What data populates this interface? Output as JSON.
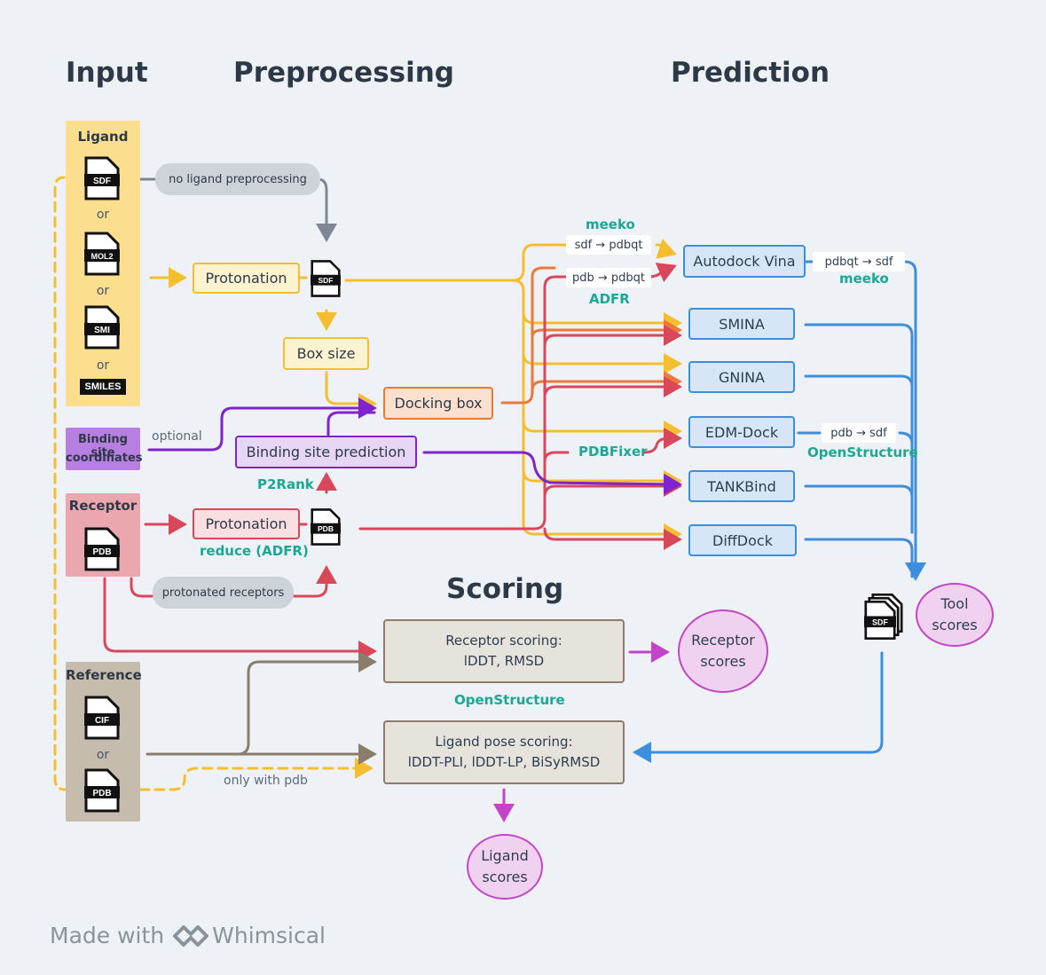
{
  "titles": {
    "input": "Input",
    "preprocessing": "Preprocessing",
    "prediction": "Prediction",
    "scoring": "Scoring"
  },
  "ligand": {
    "title": "Ligand",
    "formats": [
      "SDF",
      "MOL2",
      "SMI"
    ],
    "smiles": "SMILES",
    "or": "or"
  },
  "binding_site": {
    "title_line1": "Binding site",
    "title_line2": "coordinates"
  },
  "receptor": {
    "title": "Receptor",
    "format": "PDB"
  },
  "reference": {
    "title": "Reference",
    "formats": [
      "CIF",
      "PDB"
    ],
    "or": "or"
  },
  "preprocessing": {
    "no_ligand": "no ligand preprocessing",
    "ligand_protonation": "Protonation",
    "ligand_file": "SDF",
    "box_size": "Box size",
    "docking_box": "Docking box",
    "binding_site_prediction": "Binding site prediction",
    "p2rank": "P2Rank",
    "optional": "optional",
    "receptor_protonation": "Protonation",
    "reduce": "reduce (ADFR)",
    "receptor_file": "PDB",
    "protonated_receptors": "protonated receptors"
  },
  "prediction": {
    "meeko_top": "meeko",
    "sdf_pdbqt": "sdf → pdbqt",
    "pdb_pdbqt": "pdb → pdbqt",
    "adfr": "ADFR",
    "pdbfixer": "PDBFixer",
    "tools": [
      "Autodock Vina",
      "SMINA",
      "GNINA",
      "EDM-Dock",
      "TANKBind",
      "DiffDock"
    ],
    "pdbqt_sdf": "pdbqt → sdf",
    "meeko_right": "meeko",
    "pdb_sdf": "pdb → sdf",
    "openstructure_right": "OpenStructure",
    "output_file": "SDF",
    "tool_scores_line1": "Tool",
    "tool_scores_line2": "scores"
  },
  "scoring": {
    "receptor_scoring_line1": "Receptor scoring:",
    "receptor_scoring_line2": "lDDT, RMSD",
    "openstructure": "OpenStructure",
    "ligand_scoring_line1": "Ligand pose scoring:",
    "ligand_scoring_line2": "lDDT-PLI, lDDT-LP, BiSyRMSD",
    "only_with_pdb": "only with pdb",
    "receptor_scores_line1": "Receptor",
    "receptor_scores_line2": "scores",
    "ligand_scores_line1": "Ligand",
    "ligand_scores_line2": "scores"
  },
  "footer": {
    "made_with": "Made with",
    "brand": "Whimsical"
  },
  "colors": {
    "yellow": "#f5be2f",
    "orange": "#ea7a3a",
    "red": "#d9475a",
    "purple": "#7f24cc",
    "blue": "#3d8edc",
    "brown": "#8b7d6b",
    "gray": "#7d8894",
    "magenta": "#c444c8",
    "teal": "#1aa896"
  }
}
